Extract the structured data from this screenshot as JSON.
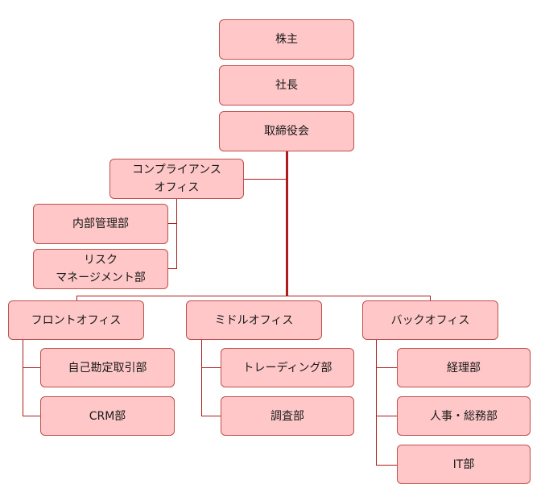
{
  "nodes": {
    "shareholders": "株主",
    "president": "社長",
    "board": "取締役会",
    "compliance": "コンプライアンス\nオフィス",
    "audit": "内部管理部",
    "risk": "リスク\nマネージメント部",
    "front": "フロントオフィス",
    "middle": "ミドルオフィス",
    "back": "バックオフィス",
    "proprietary": "自己勘定取引部",
    "crm": "CRM部",
    "trading": "トレーディング部",
    "research": "調査部",
    "accounting": "経理部",
    "hr": "人事・総務部",
    "it": "IT部"
  },
  "colors": {
    "box_fill": "#ffc7c7",
    "box_border": "#c0504d",
    "connector": "#b01c1c"
  }
}
